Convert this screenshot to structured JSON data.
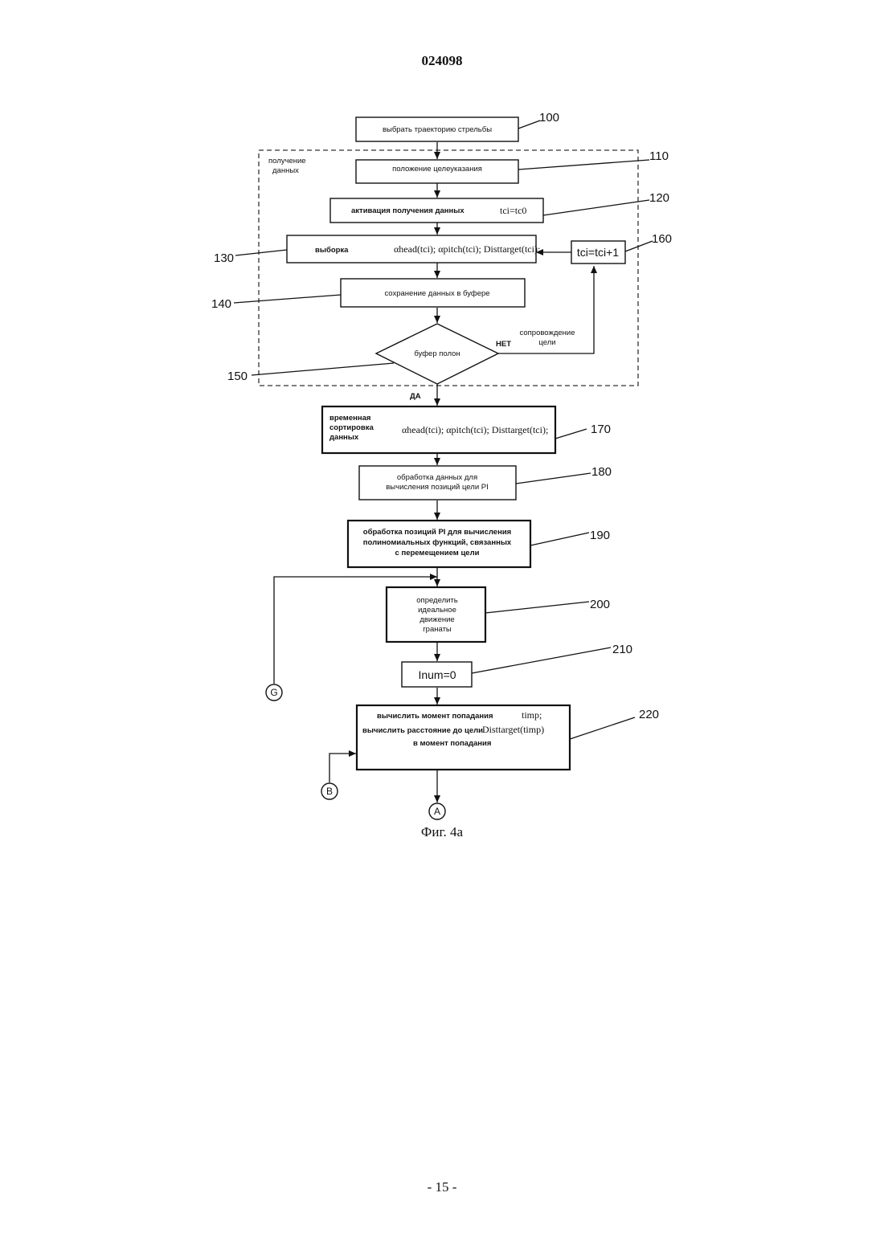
{
  "header": {
    "doc_number": "024098"
  },
  "footer": {
    "figure_caption": "Фиг. 4а",
    "page_number": "- 15 -"
  },
  "group": {
    "label_line1": "получение",
    "label_line2": "данных"
  },
  "steps": {
    "s100": {
      "ref": "100",
      "text": "выбрать траекторию стрельбы"
    },
    "s110": {
      "ref": "110",
      "text": "положение целеуказания"
    },
    "s120": {
      "ref": "120",
      "text": "активация получения данных",
      "formula": "tci=tc0"
    },
    "s130": {
      "ref": "130",
      "text": "выборка",
      "formula": "αhead(tci); αpitch(tci); Disttarget(tci);"
    },
    "s140": {
      "ref": "140",
      "text": "сохранение данных в буфере"
    },
    "s150": {
      "ref": "150",
      "text": "буфер полон",
      "no_label": "НЕТ",
      "yes_label": "ДА",
      "branch_line1": "сопровождение",
      "branch_line2": "цели"
    },
    "s160": {
      "ref": "160",
      "text": "tci=tci+1"
    },
    "s170": {
      "ref": "170",
      "line1": "временная",
      "line2": "сортировка",
      "line3": "данных",
      "formula": "αhead(tci); αpitch(tci); Disttarget(tci);"
    },
    "s180": {
      "ref": "180",
      "line1": "обработка данных для",
      "line2": "вычисления позиций цели PI"
    },
    "s190": {
      "ref": "190",
      "line1": "обработка позиций PI для вычисления",
      "line2": "полиномиальных функций, связанных",
      "line3": "с перемещением цели"
    },
    "s200": {
      "ref": "200",
      "line1": "определить",
      "line2": "идеальное",
      "line3": "движение",
      "line4": "гранаты"
    },
    "s210": {
      "ref": "210",
      "text": "Inum=0"
    },
    "s220": {
      "ref": "220",
      "line1": "вычислить момент попадания",
      "formula1": "timp;",
      "line2": "вычислить расстояние до цели",
      "formula2": "Disttarget(timp)",
      "line3": "в момент попадания"
    }
  },
  "connectors": {
    "g": "G",
    "b": "B",
    "a": "A"
  }
}
